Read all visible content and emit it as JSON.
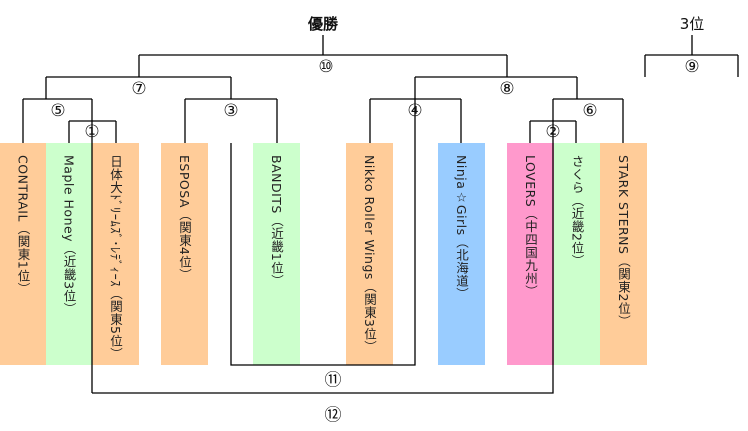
{
  "titles": {
    "champion": "優勝",
    "third_place": "3位"
  },
  "matches": [
    "①",
    "②",
    "③",
    "④",
    "⑤",
    "⑥",
    "⑦",
    "⑧",
    "⑨",
    "⑩",
    "⑪",
    "⑫"
  ],
  "teams": [
    {
      "name": "CONTRAIL（関東1位）",
      "color": "#FFCC99"
    },
    {
      "name": "Maple Honey（近畿3位）",
      "color": "#CCFFCC"
    },
    {
      "name": "日体大ﾄﾞﾘｰﾑｽﾞ･ﾚﾃﾞｨｰｽ（関東5位）",
      "color": "#FFCC99"
    },
    {
      "name": "ESPOSA（関東4位）",
      "color": "#FFCC99"
    },
    {
      "name": "BANDITS（近畿1位）",
      "color": "#CCFFCC"
    },
    {
      "name": "Nikko Roller Wings（関東3位）",
      "color": "#FFCC99"
    },
    {
      "name": "Ninja☆Girls（北海道）",
      "color": "#99CCFF"
    },
    {
      "name": "LOVERS（中四国九州）",
      "color": "#FF99CC"
    },
    {
      "name": "さくら（近畿2位）",
      "color": "#CCFFCC"
    },
    {
      "name": "STARK STERNS（関東2位）",
      "color": "#FFCC99"
    }
  ]
}
